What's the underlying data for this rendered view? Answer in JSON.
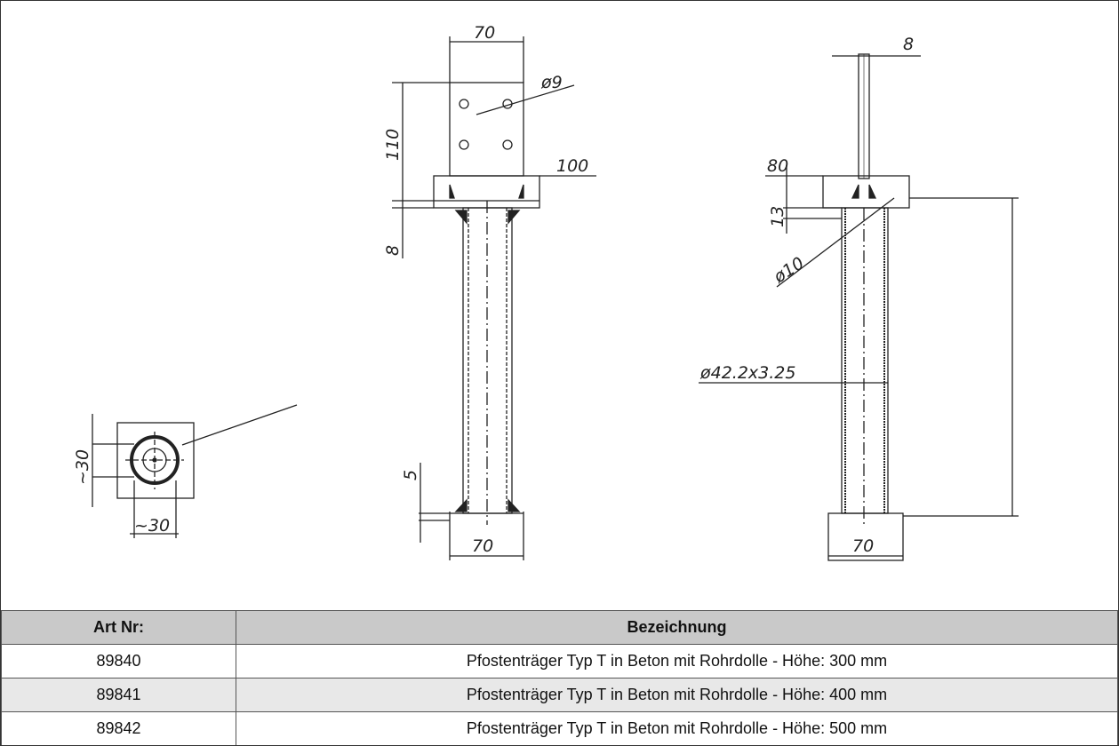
{
  "drawing": {
    "front": {
      "width_top": "70",
      "hole": "ø9",
      "height_plate": "110",
      "base_width": "100",
      "base_thick": "8",
      "bottom_gap": "5",
      "bottom_width": "70"
    },
    "side": {
      "fin_thick": "8",
      "plate_width": "80",
      "weld_height": "13",
      "weld_dia": "ø10",
      "tube": "ø42.2x3.25",
      "bottom_width": "70"
    },
    "top": {
      "h": "~30",
      "w": "~30"
    }
  },
  "table": {
    "headers": [
      "Art Nr:",
      "Bezeichnung"
    ],
    "rows": [
      [
        "89840",
        "Pfostenträger Typ T in Beton mit Rohrdolle - Höhe: 300 mm"
      ],
      [
        "89841",
        "Pfostenträger Typ T in Beton mit Rohrdolle - Höhe: 400 mm"
      ],
      [
        "89842",
        "Pfostenträger Typ T in Beton mit Rohrdolle - Höhe: 500 mm"
      ]
    ]
  }
}
